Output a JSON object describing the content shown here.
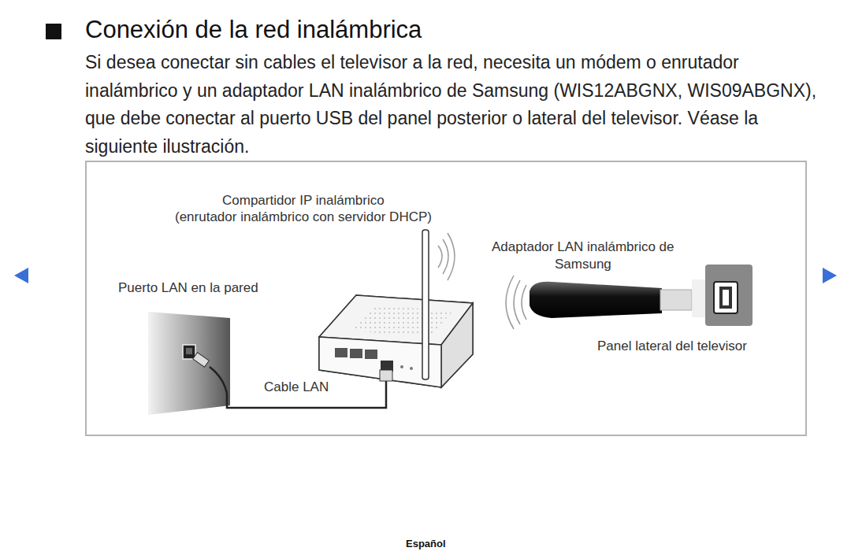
{
  "diagram": {
    "title": "Conexión de la red inalámbrica",
    "labels": [
      "Si desea conectar sin cables el televisor a la red, necesita un módem o enrutador inalámbrico y un adaptador LAN inalámbrico de Samsung (WIS12ABGNX, WIS09ABGNX), que debe conectar al puerto USB del panel posterior o lateral del televisor. Véase la siguiente ilustración.",
      "Compartidor IP inalámbrico",
      "(enrutador inalámbrico con servidor DHCP)",
      "Adaptador LAN inalámbrico de",
      "Samsung",
      "Puerto LAN en la pared",
      "Panel lateral del televisor",
      "Cable LAN",
      "Español"
    ]
  }
}
